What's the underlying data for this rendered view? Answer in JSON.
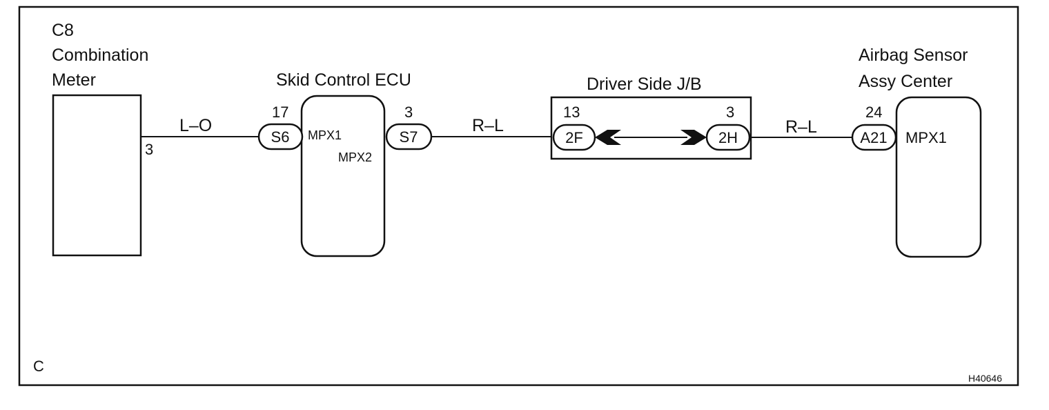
{
  "combination_meter": {
    "id": "C8",
    "name_line1": "Combination",
    "name_line2": "Meter",
    "pin": "3"
  },
  "wire_1": {
    "color": "L–O"
  },
  "skid_ecu": {
    "name": "Skid Control ECU",
    "connector_left": {
      "id": "S6",
      "pin": "17"
    },
    "connector_right": {
      "id": "S7",
      "pin": "3"
    },
    "terminal_1": "MPX1",
    "terminal_2": "MPX2"
  },
  "wire_2": {
    "color": "R–L"
  },
  "junction_block": {
    "name": "Driver Side J/B",
    "connector_left": {
      "id": "2F",
      "pin": "13"
    },
    "connector_right": {
      "id": "2H",
      "pin": "3"
    }
  },
  "wire_3": {
    "color": "R–L"
  },
  "airbag_sensor": {
    "name_line1": "Airbag Sensor",
    "name_line2": "Assy Center",
    "connector": {
      "id": "A21",
      "pin": "24"
    },
    "terminal": "MPX1"
  },
  "corner_label": "C",
  "figure_code": "H40646"
}
